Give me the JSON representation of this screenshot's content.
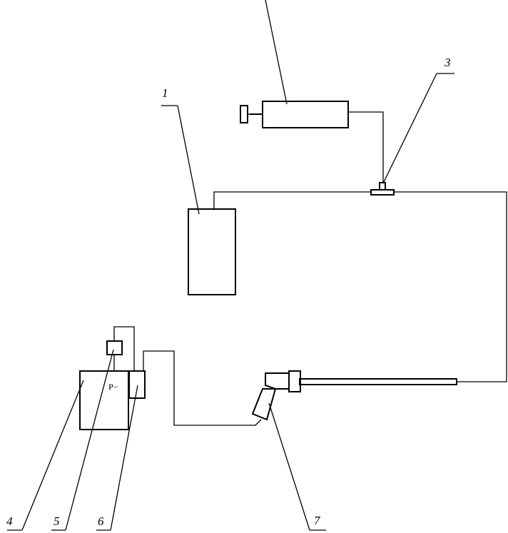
{
  "labels": {
    "n1": "1",
    "n3": "3",
    "n4": "4",
    "n5": "5",
    "n6": "6",
    "n7": "7"
  },
  "box_text": "P−"
}
